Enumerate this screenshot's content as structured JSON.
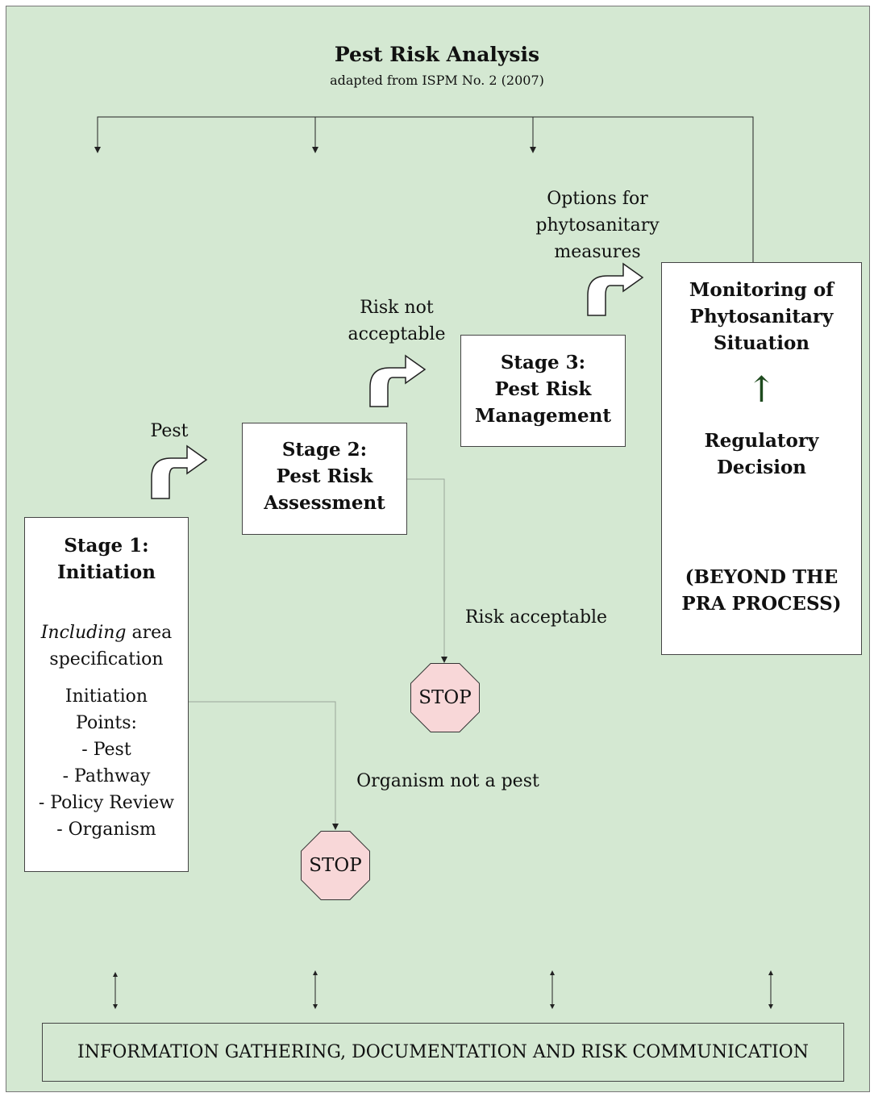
{
  "header": {
    "title": "Pest Risk Analysis",
    "subtitle": "adapted from ISPM No. 2 (2007)"
  },
  "stage1": {
    "title_line1": "Stage 1:",
    "title_line2": "Initiation",
    "including_italic": "Including",
    "including_rest": " area",
    "specification": "specification",
    "points_title_line1": "Initiation",
    "points_title_line2": "Points:",
    "points": [
      "- Pest",
      "- Pathway",
      "- Policy Review",
      "- Organism"
    ]
  },
  "stage2": {
    "title_line1": "Stage 2:",
    "title_line2": "Pest Risk",
    "title_line3": "Assessment"
  },
  "stage3": {
    "title_line1": "Stage 3:",
    "title_line2": "Pest Risk",
    "title_line3": "Management"
  },
  "monitoring": {
    "title_line1": "Monitoring of",
    "title_line2": "Phytosanitary",
    "title_line3": "Situation",
    "arrow_glyph": "↑",
    "decision_line1": "Regulatory",
    "decision_line2": "Decision",
    "beyond_line1": "(BEYOND THE",
    "beyond_line2": "PRA PROCESS)"
  },
  "labels": {
    "pest": "Pest",
    "risk_not_acceptable_line1": "Risk not",
    "risk_not_acceptable_line2": "acceptable",
    "options_line1": "Options for",
    "options_line2": "phytosanitary",
    "options_line3": "measures",
    "risk_acceptable": "Risk acceptable",
    "organism_not_pest": "Organism not a pest"
  },
  "stop_signs": {
    "upper": "STOP",
    "lower": "STOP"
  },
  "footer": {
    "info_box": "INFORMATION GATHERING, DOCUMENTATION AND RISK COMMUNICATION"
  },
  "colors": {
    "background": "#d4e8d2",
    "stop_fill": "#f8d7d8",
    "up_arrow": "#1e4a1e"
  }
}
